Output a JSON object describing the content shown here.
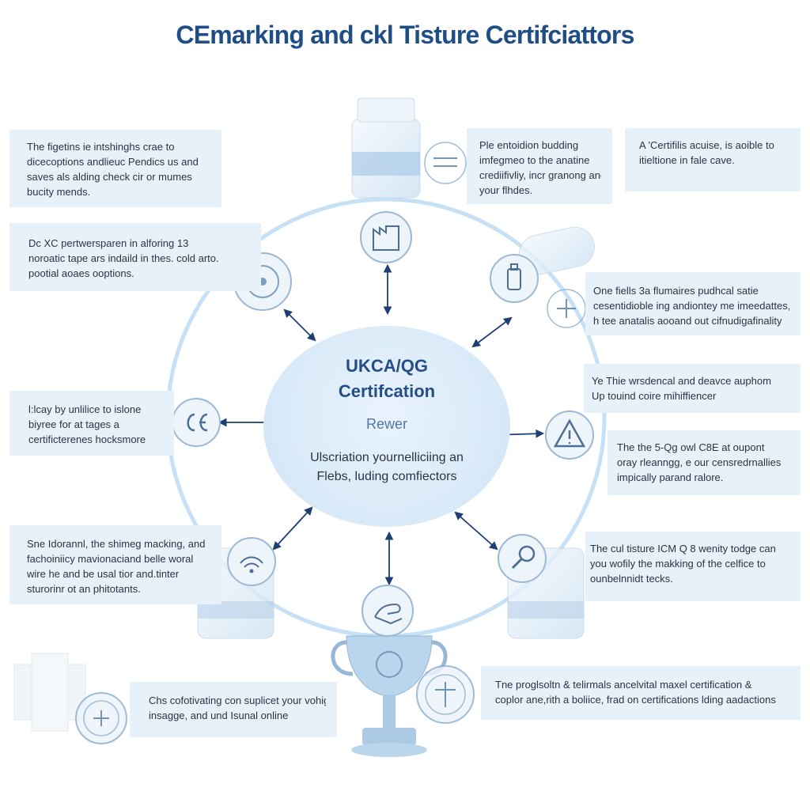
{
  "title": "CEmarking and ckl Tisture Certifciattors",
  "center": {
    "heading_line1": "UKCA/QG",
    "heading_line2": "Certifcation",
    "subtitle": "Rewer",
    "desc_line1": "Ulscriation yournelliciing an",
    "desc_line2": "Flebs, luding comfiectors"
  },
  "boxes": {
    "top_left": [
      "The figetins ie intshinghs crae to",
      "dicecoptions andlieuc Pendics us and",
      "saves als alding check cir or mumes",
      "bucity mends."
    ],
    "mid_left_1": [
      "Dc XC pertwersparen in alforing 13",
      "noroatic tape ars indaild in thes. cold arto.",
      "pootial aoaes ooptions."
    ],
    "mid_left_2": [
      "l:lcay by unlilice to islone",
      "biyree for at tages a",
      "certificterenes hocksmore"
    ],
    "lower_left": [
      "Sne Idorannl, the shimeg macking, and",
      "fachoiniicy mavionaciand belle woral",
      "wire he and be usal tior and.tinter",
      "sturorinr ot an phitotants."
    ],
    "bottom_left": [
      "Chs cofotivating con suplicet your vohiging",
      "insagge, and und Isunal online"
    ],
    "top_center": [
      "Ple entoidion budding",
      "imfegmeo to the anatine",
      "crediifivliy, incr granong and",
      "your flhdes."
    ],
    "top_right": [
      "A 'Certifilis acuise, is aoible to",
      "itieltione in fale cave."
    ],
    "mid_right_1": [
      "One fiells 3a flumaires pudhcal satie",
      "cesentidioble ing andiontey me imeedattes,",
      "h tee anatalis aooand out cifnudigafinality"
    ],
    "mid_right_2": [
      "Ye   Thie wrsdencal and deavce auphom",
      "Up touind coire mihiffiencer"
    ],
    "mid_right_3": [
      "The the 5-Qg owl C8E at oupont",
      "oray rleanngg, e our censredrnallies",
      "impically parand ralore."
    ],
    "lower_right": [
      "The cul tisture ICM Q 8 wenity todge can",
      "you wofily the makking of the celfice to",
      "ounbelnnidt tecks."
    ],
    "bottom_right": [
      "Tne proglsoltn & telirmals ancelvital maxel certification &",
      "coplor ane,rith a boliice, frad on certifications lding aadactions"
    ]
  },
  "icons": {
    "top": "factory-icon",
    "upper_right": "bottle-icon",
    "right": "warning-icon",
    "lower_right": "magnifier-icon",
    "bottom": "hands-icon",
    "lower_left": "wifi-icon",
    "left": "ce-mark-icon",
    "upper_left": "disc-icon",
    "bottom_left_seal": "seal-icon"
  },
  "colors": {
    "title": "#1f4e86",
    "box_bg": "#e6f1fa",
    "ring": "#c6e0f6",
    "center_bg": "#d7e9f8",
    "arrow": "#1e3f73"
  }
}
